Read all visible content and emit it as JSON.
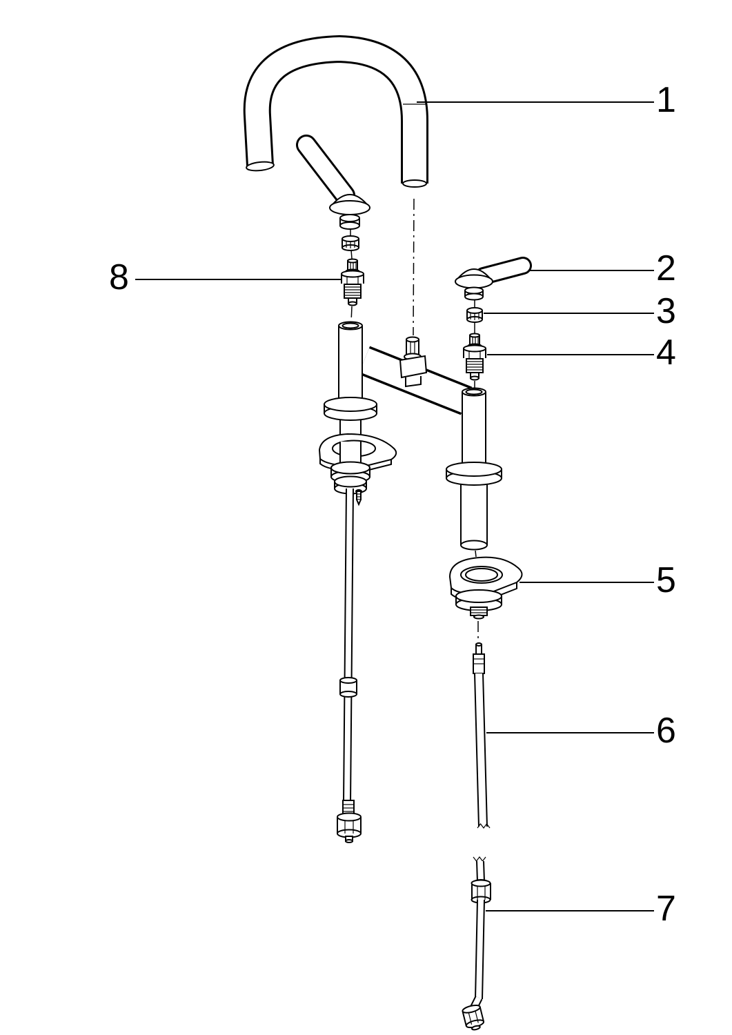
{
  "diagram": {
    "type": "exploded-parts-diagram",
    "line_color": "#000000",
    "background_color": "#ffffff"
  },
  "callouts": [
    {
      "label": "1"
    },
    {
      "label": "2"
    },
    {
      "label": "3"
    },
    {
      "label": "4"
    },
    {
      "label": "5"
    },
    {
      "label": "6"
    },
    {
      "label": "7"
    },
    {
      "label": "8"
    }
  ]
}
